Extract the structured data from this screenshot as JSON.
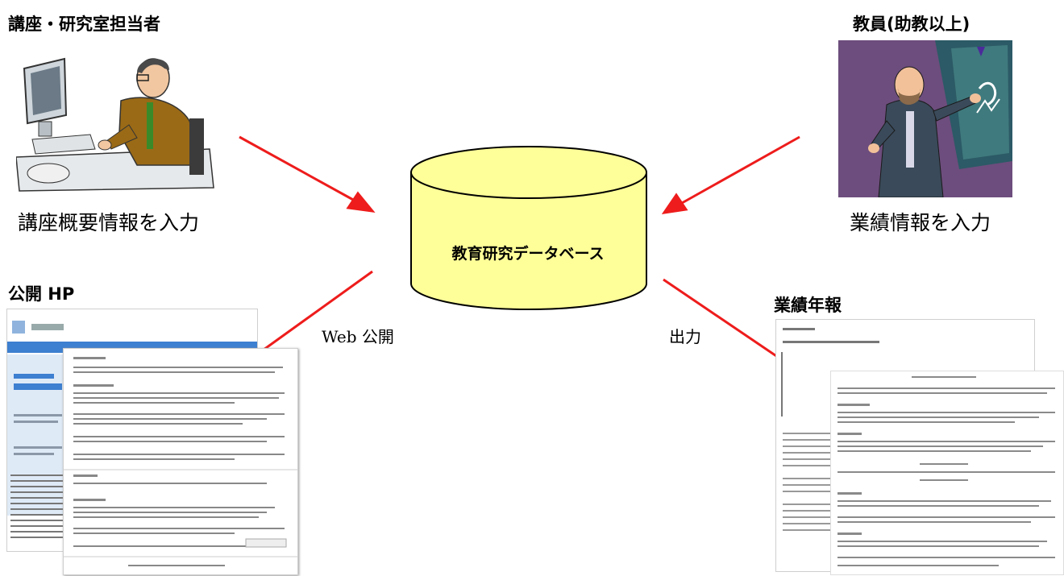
{
  "labels": {
    "staff_heading": "講座・研究室担当者",
    "staff_caption": "講座概要情報を入力",
    "faculty_heading": "教員(助教以上)",
    "faculty_caption": "業績情報を入力",
    "database": "教育研究データベース",
    "public_hp_heading": "公開 HP",
    "web_publish": "Web 公開",
    "output": "出力",
    "annual_report_heading": "業績年報"
  },
  "colors": {
    "arrow": "#ee1c1c",
    "db_fill": "#ffff99",
    "db_stroke": "#000000",
    "web_blue": "#3d7fd0"
  },
  "icons": {
    "staff": "office-worker-at-computer-icon",
    "faculty": "lecturer-at-blackboard-icon"
  }
}
